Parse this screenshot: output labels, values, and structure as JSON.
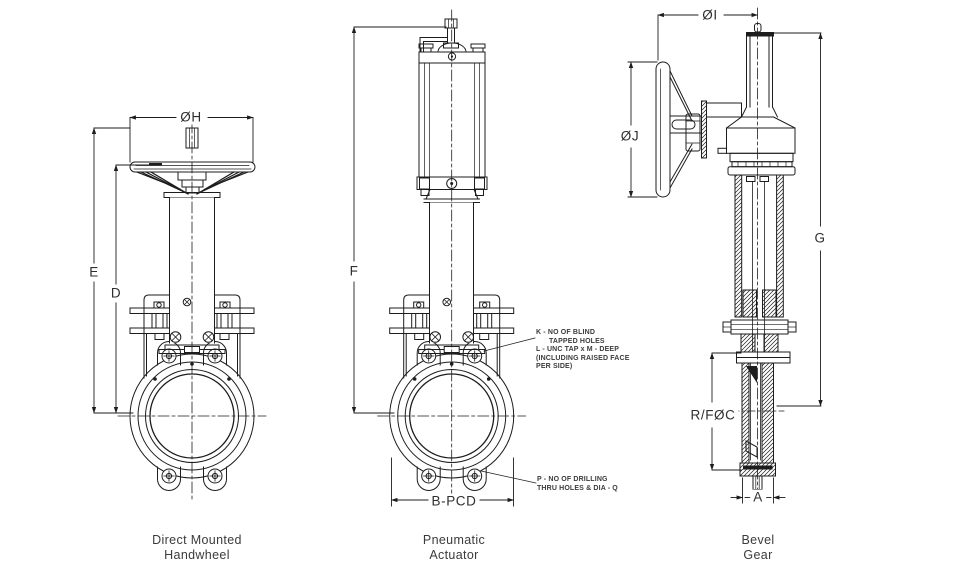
{
  "colors": {
    "background": "#ffffff",
    "line": "#1d1d1d",
    "text": "#3b3b3b"
  },
  "drawing": {
    "handwheel": {
      "caption": [
        "Direct Mounted",
        "Handwheel"
      ],
      "dims": {
        "wheel_diameter": "ØH",
        "overall_height": "E",
        "yoke_height": "D"
      }
    },
    "pneumatic": {
      "caption": [
        "Pneumatic",
        "Actuator"
      ],
      "dims": {
        "overall_height": "F",
        "bolt_pitch_circle": "B-PCD"
      },
      "callouts": {
        "blind_tapped_holes": [
          "K - NO OF BLIND",
          "TAPPED HOLES",
          "L - UNC TAP x M - DEEP",
          "(INCLUDING RAISED FACE",
          "PER SIDE)"
        ],
        "thru_holes": [
          "P - NO OF DRILLING",
          "THRU HOLES & DIA - Q"
        ]
      }
    },
    "bevel_gear": {
      "caption": [
        "Bevel",
        "Gear"
      ],
      "dims": {
        "wheel_clearance": "ØI",
        "wheel_diameter": "ØJ",
        "overall_height": "G",
        "raised_face": "R/FØC",
        "body_thickness": "A"
      }
    }
  }
}
